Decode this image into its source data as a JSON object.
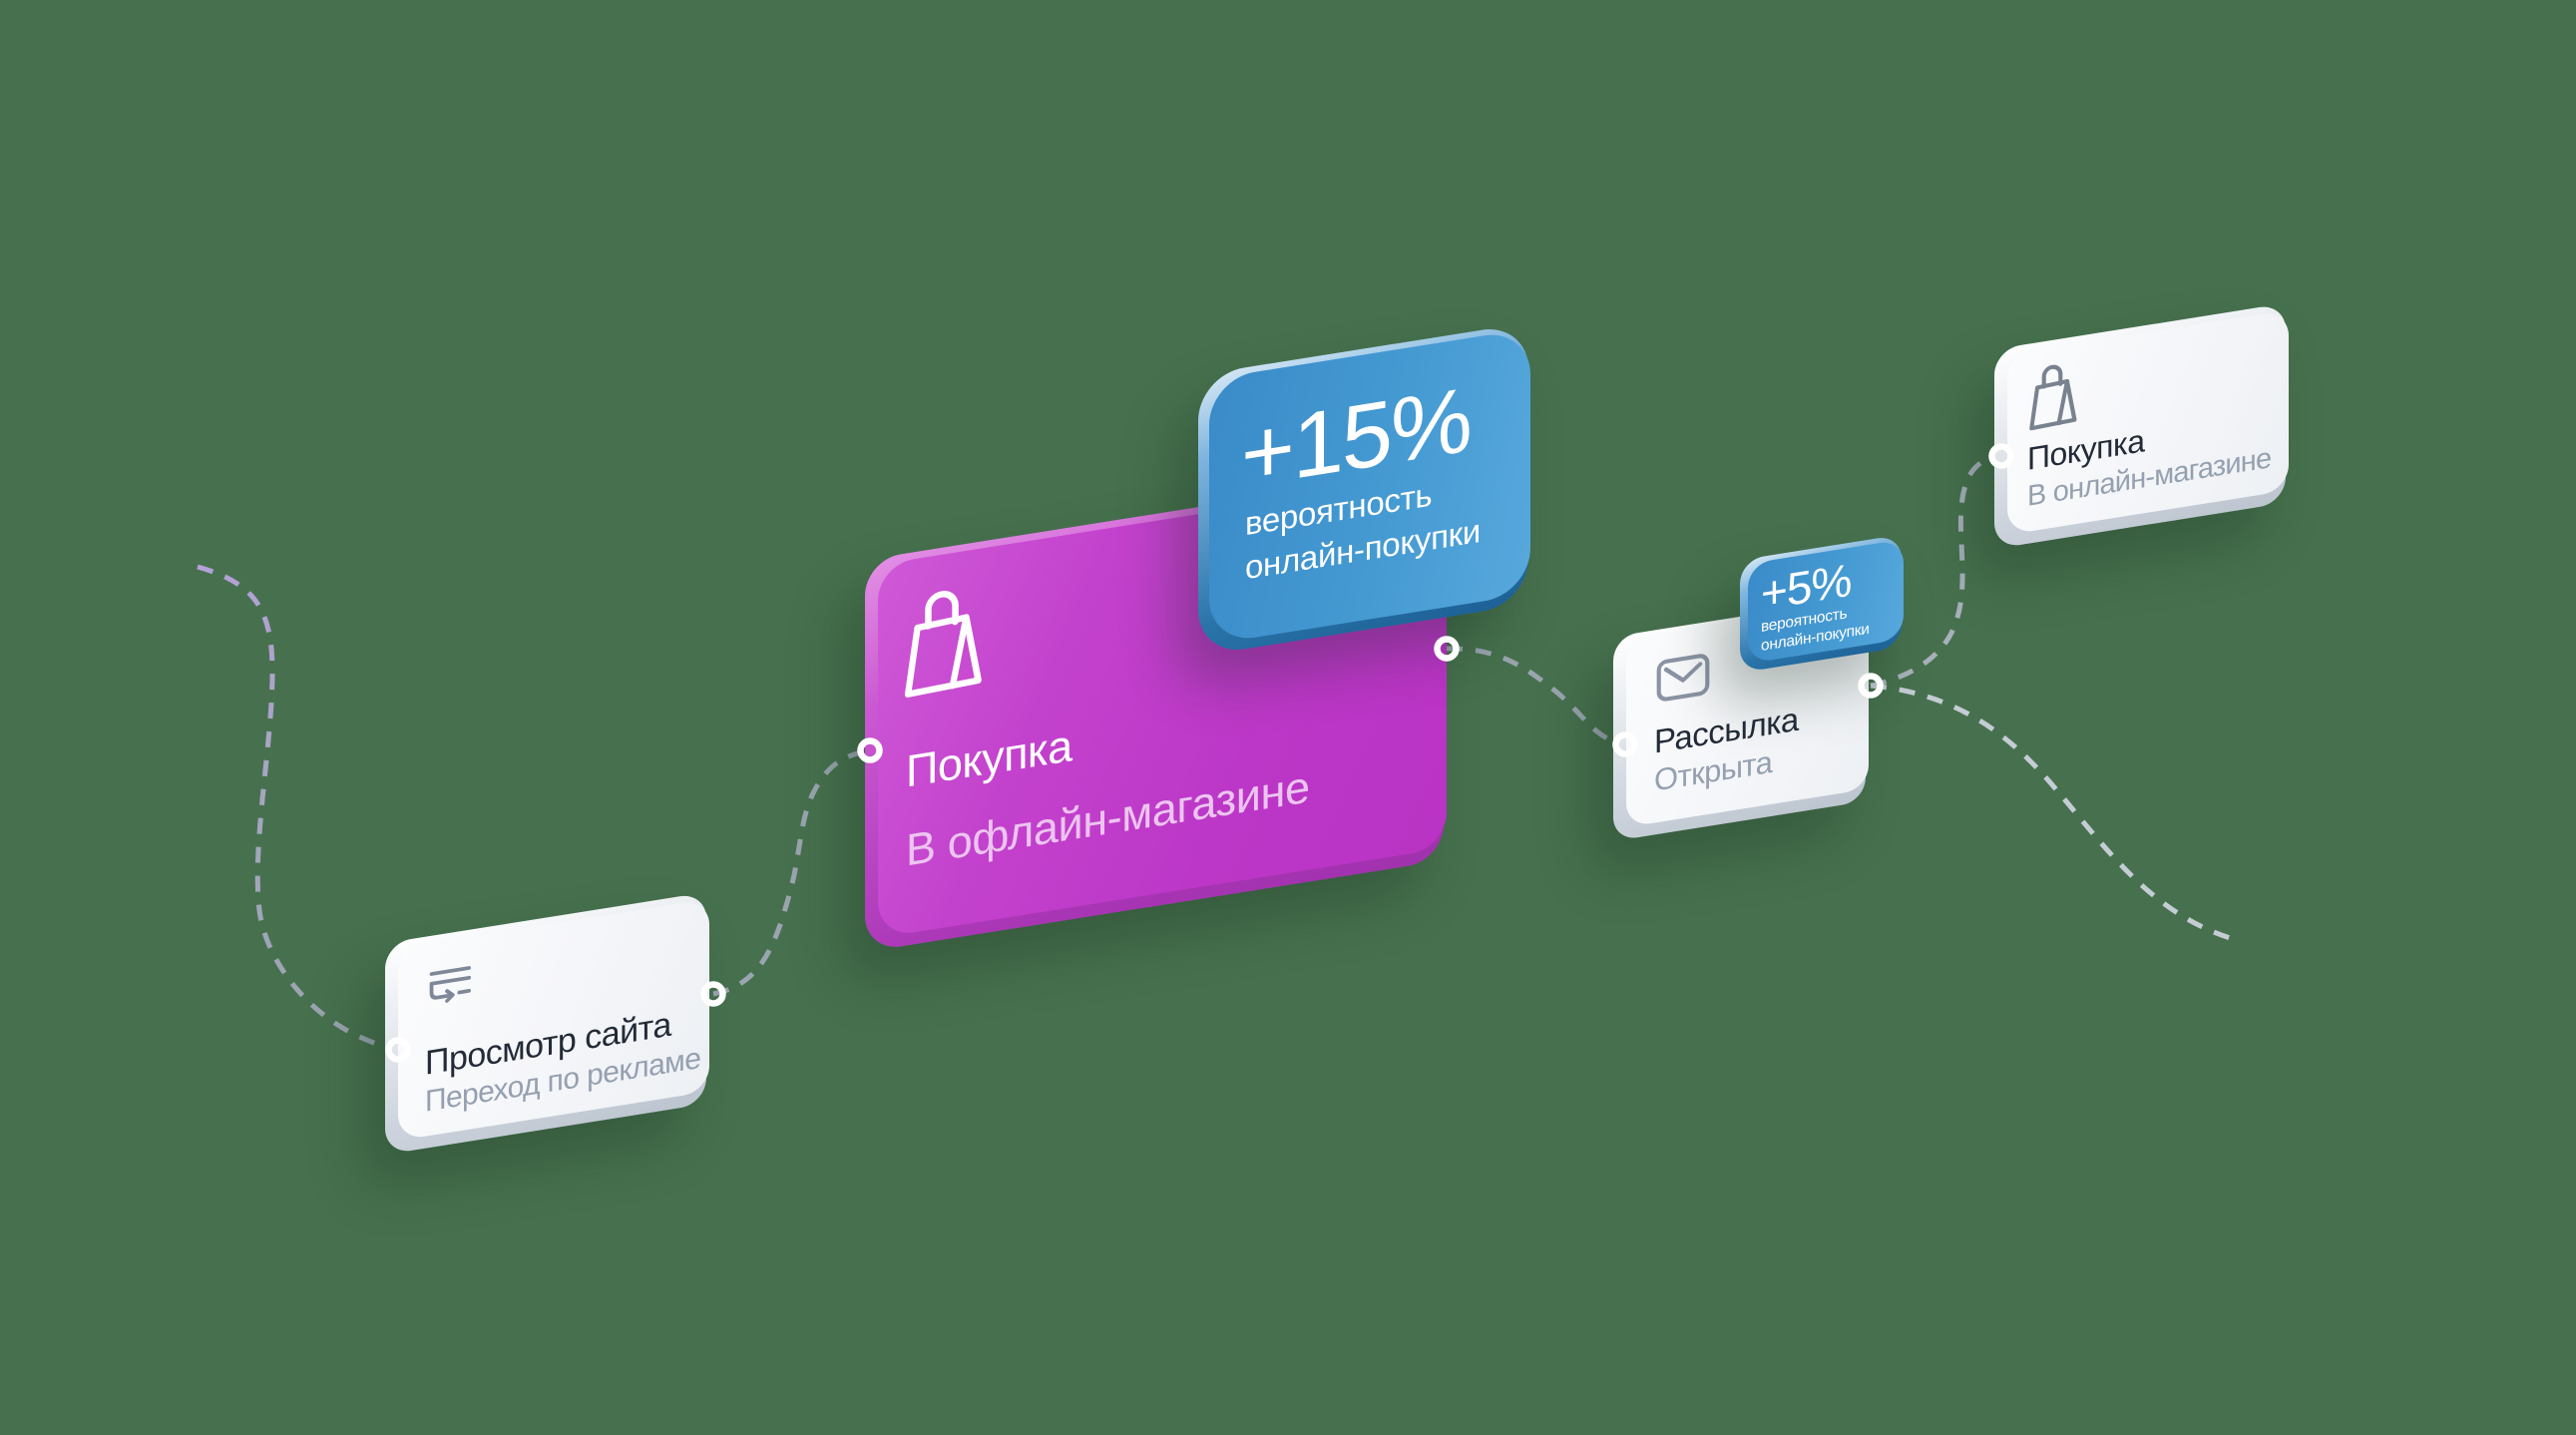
{
  "scene": {
    "background_color": "#47714E",
    "connector_color": "#9AA5B1",
    "connector_start_color": "#B4A1D8",
    "node_ring_color": "#FFFFFF",
    "node_fill_color": "#E97AE0"
  },
  "cards": {
    "site_view": {
      "title": "Просмотр сайта",
      "subtitle": "Переход по рекламе",
      "icon": "redirect-lines-icon"
    },
    "offline_purchase": {
      "title": "Покупка",
      "subtitle": "В офлайн-магазине",
      "icon": "shopping-bag-icon",
      "color": "#BD3AC8"
    },
    "newsletter": {
      "title": "Рассылка",
      "subtitle": "Открыта",
      "icon": "envelope-icon"
    },
    "online_purchase": {
      "title": "Покупка",
      "subtitle": "В онлайн-магазине",
      "icon": "shopping-bag-icon"
    }
  },
  "badges": {
    "offline_probability": {
      "value": "+15%",
      "caption_line1": "вероятность",
      "caption_line2": "онлайн-покупки",
      "color": "#3F91CD"
    },
    "newsletter_probability": {
      "value": "+5%",
      "caption_line1": "вероятность",
      "caption_line2": "онлайн-покупки",
      "color": "#3F91CD"
    }
  }
}
